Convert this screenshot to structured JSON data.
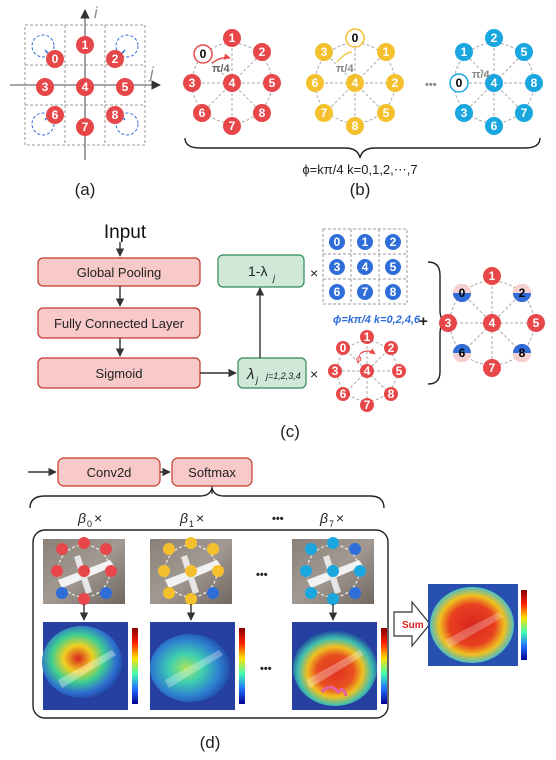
{
  "colors": {
    "red": "#e8474a",
    "yellow": "#f5c02e",
    "cyan": "#1aa7e0",
    "blue": "#2f6ed9",
    "pink_box": "#f7c9c9",
    "green_box": "#cfe8d8"
  },
  "panel_a": {
    "axis_i": "i",
    "axis_j": "j",
    "numbers": [
      "0",
      "1",
      "2",
      "3",
      "4",
      "5",
      "6",
      "7",
      "8"
    ],
    "caption": "(a)"
  },
  "panel_b": {
    "ring_numbers": [
      "0",
      "1",
      "2",
      "3",
      "4",
      "5",
      "6",
      "7",
      "8"
    ],
    "angle_label": "π/4",
    "ellipsis": "•••",
    "formula": "ϕ=kπ/4  k=0,1,2,⋯,7",
    "caption": "(b)"
  },
  "panel_c": {
    "input_label": "Input",
    "global_pooling": "Global Pooling",
    "fully_connected": "Fully Connected Layer",
    "sigmoid": "Sigmoid",
    "one_minus_lambda": "1-λ",
    "one_minus_lambda_sub": "j",
    "lambda": "λ",
    "lambda_sub": "j",
    "lambda_range": "j=1,2,3,4",
    "times": "×",
    "plus": "+",
    "phi_formula": "ϕ=kπ/4  k=0,2,4,6",
    "phi_small": "ϕ",
    "grid_numbers": [
      "0",
      "1",
      "2",
      "3",
      "4",
      "5",
      "6",
      "7",
      "8"
    ],
    "caption": "(c)"
  },
  "panel_d": {
    "conv2d": "Conv2d",
    "softmax": "Softmax",
    "betas": [
      "β",
      "β",
      "β"
    ],
    "beta_subs": [
      "0",
      "1",
      "7"
    ],
    "times": "×",
    "ellipsis": "•••",
    "sum_label": "Sum",
    "caption": "(d)"
  }
}
